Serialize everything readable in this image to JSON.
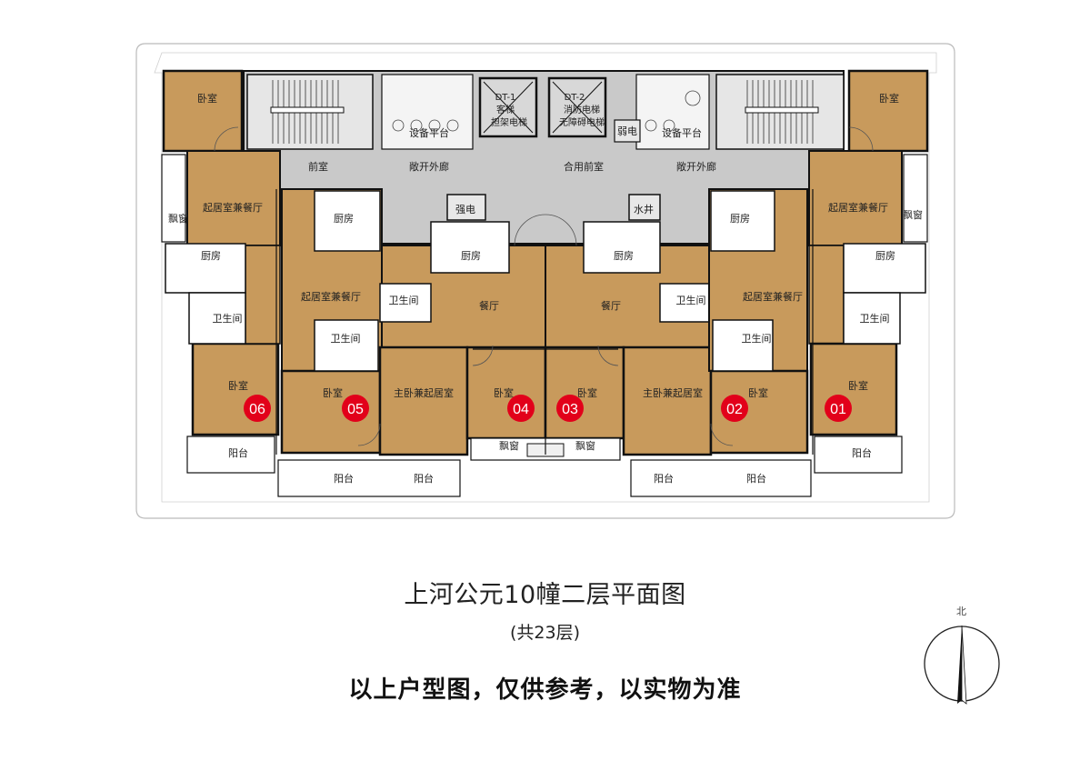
{
  "plan": {
    "title": "上河公元10幢二层平面图",
    "subtitle": "(共23层)",
    "disclaimer": "以上户型图，仅供参考，以实物为准",
    "north_label": "北",
    "units": [
      "01",
      "02",
      "03",
      "04",
      "05",
      "06"
    ],
    "colors": {
      "room_fill": "#c89a5c",
      "core_fill": "#c9c9c9",
      "wall": "#111111",
      "unit_badge": "#e2001a",
      "outline": "#bbbbbb"
    },
    "labels": {
      "bedroom": "卧室",
      "living_dining": "起居室兼餐厅",
      "kitchen": "厨房",
      "bathroom": "卫生间",
      "dining": "餐厅",
      "master_bedroom": "主卧兼起居室",
      "balcony": "阳台",
      "bay_window": "飘窗",
      "anteroom": "前室",
      "open_corridor": "敞开外廊",
      "shared_anteroom": "合用前室",
      "equipment_platform": "设备平台",
      "strong_electric": "强电",
      "water_well": "水井",
      "weak_electric": "弱电",
      "elevator_1_id": "DT-1",
      "elevator_1_type": "客梯",
      "elevator_1_note": "担架电梯",
      "elevator_2_id": "DT-2",
      "elevator_2_type": "消防电梯",
      "elevator_2_note": "无障碍电梯"
    }
  }
}
